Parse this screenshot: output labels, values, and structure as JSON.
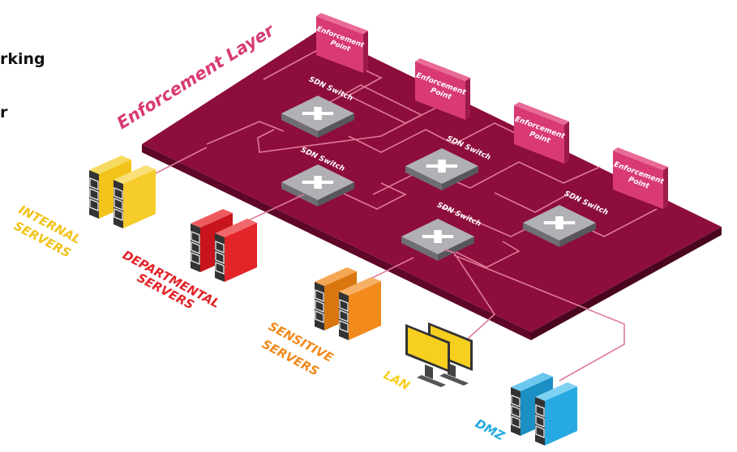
{
  "title_lines": [
    "rking",
    "r"
  ],
  "layer_label": "Enforcement Layer",
  "enforcement_points": [
    {
      "line1": "Enforcement",
      "line2": "Point"
    },
    {
      "line1": "Enforcement",
      "line2": "Point"
    },
    {
      "line1": "Enforcement",
      "line2": "Point"
    },
    {
      "line1": "Enforcement",
      "line2": "Point"
    }
  ],
  "switches": [
    {
      "label": "SDN Switch"
    },
    {
      "label": "SDN Switch"
    },
    {
      "label": "SDN Switch"
    },
    {
      "label": "SDN Switch"
    },
    {
      "label": "SDN Switch"
    }
  ],
  "endpoints": [
    {
      "name": "internal",
      "lines": [
        "INTERNAL",
        "SERVERS"
      ],
      "color": "#f2c318",
      "icon": "server-icon"
    },
    {
      "name": "departmental",
      "lines": [
        "DEPARTMENTAL",
        "SERVERS"
      ],
      "color": "#e3252a",
      "icon": "server-icon"
    },
    {
      "name": "sensitive",
      "lines": [
        "SENSITIVE",
        "SERVERS"
      ],
      "color": "#f28a1c",
      "icon": "server-icon"
    },
    {
      "name": "lan",
      "lines": [
        "LAN"
      ],
      "color": "#f6cf1f",
      "icon": "monitor-icon"
    },
    {
      "name": "dmz",
      "lines": [
        "DMZ"
      ],
      "color": "#27a9e1",
      "icon": "server-icon"
    }
  ],
  "colors": {
    "layer": "#8d0d3c",
    "layer_side": "#5e0728",
    "enforcement_point": "#d93a74",
    "switch_face": "#a9a9ad",
    "switch_side": "#6f6f73",
    "link": "#e07b9a"
  }
}
